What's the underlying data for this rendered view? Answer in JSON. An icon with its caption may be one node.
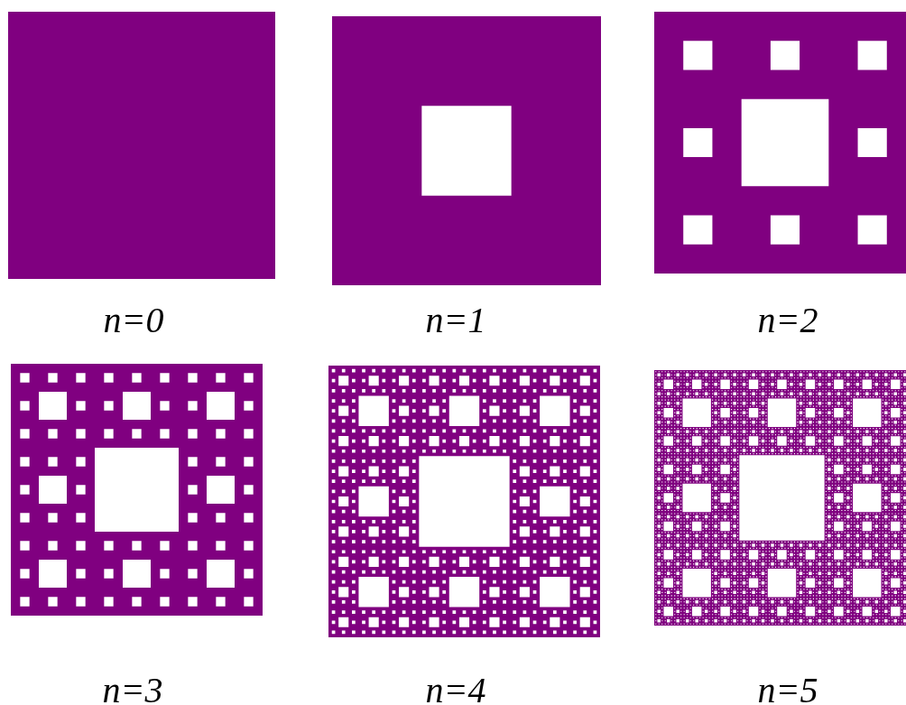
{
  "diagram": {
    "labels": [
      "n=0",
      "n=1",
      "n=2",
      "n=3",
      "n=4",
      "n=5"
    ]
  }
}
